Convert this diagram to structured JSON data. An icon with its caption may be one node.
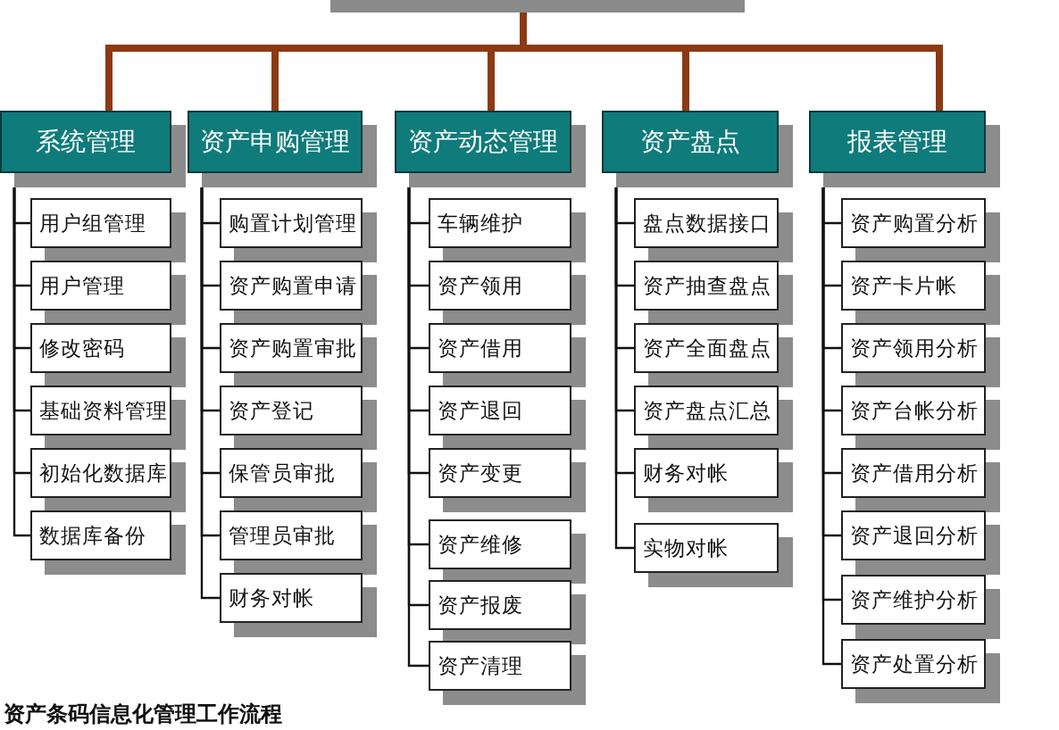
{
  "diagram": {
    "caption": "资产条码信息化管理工作流程",
    "nodes": [
      {
        "text": [],
        "shape": "box"
      },
      {
        "text": [
          "系统管理"
        ]
      },
      {
        "text": [
          "用户组管理"
        ]
      },
      {
        "text": [
          "用户管理"
        ]
      },
      {
        "text": [
          "修改密码"
        ]
      },
      {
        "text": [
          "基础资料管理"
        ]
      },
      {
        "text": [
          "初始化数据库"
        ]
      },
      {
        "text": [
          "数据库备份"
        ]
      },
      {
        "text": [
          "资产申购管理"
        ]
      },
      {
        "text": [
          "购置计划管理"
        ]
      },
      {
        "text": [
          "资产购置申请"
        ]
      },
      {
        "text": [
          "资产购置审批"
        ]
      },
      {
        "text": [
          "资产登记"
        ]
      },
      {
        "text": [
          "保管员审批"
        ]
      },
      {
        "text": [
          "管理员审批"
        ]
      },
      {
        "text": [
          "财务对帐"
        ]
      },
      {
        "text": [
          "资产动态管理"
        ]
      },
      {
        "text": [
          "车辆维护"
        ]
      },
      {
        "text": [
          "资产领用"
        ]
      },
      {
        "text": [
          "资产借用"
        ]
      },
      {
        "text": [
          "资产退回"
        ]
      },
      {
        "text": [
          "资产变更"
        ]
      },
      {
        "text": [
          "资产维修"
        ]
      },
      {
        "text": [
          "资产报废"
        ]
      },
      {
        "text": [
          "资产清理"
        ]
      },
      {
        "text": [
          "资产盘点"
        ]
      },
      {
        "text": [
          "盘点数据接口"
        ]
      },
      {
        "text": [
          "资产抽查盘点"
        ]
      },
      {
        "text": [
          "资产全面盘点"
        ]
      },
      {
        "text": [
          "资产盘点汇总"
        ]
      },
      {
        "text": [
          "财务对帐"
        ]
      },
      {
        "text": [
          "实物对帐"
        ]
      },
      {
        "text": [
          "报表管理"
        ]
      },
      {
        "text": [
          "资产购置分析"
        ]
      },
      {
        "text": [
          "资产卡片帐"
        ]
      },
      {
        "text": [
          "资产领用分析"
        ]
      },
      {
        "text": [
          "资产台帐分析"
        ]
      },
      {
        "text": [
          "资产借用分析"
        ]
      },
      {
        "text": [
          "资产退回分析"
        ]
      },
      {
        "text": [
          "资产维护分析"
        ]
      },
      {
        "text": [
          "资产处置分析"
        ]
      }
    ],
    "edges": [
      {
        "from": 0,
        "to": 1,
        "arrow": "none",
        "style": "thick",
        "color": "#8b3a12"
      },
      {
        "from": 0,
        "to": 8,
        "arrow": "none",
        "style": "thick",
        "color": "#8b3a12"
      },
      {
        "from": 0,
        "to": 16,
        "arrow": "none",
        "style": "thick",
        "color": "#8b3a12"
      },
      {
        "from": 0,
        "to": 25,
        "arrow": "none",
        "style": "thick",
        "color": "#8b3a12"
      },
      {
        "from": 0,
        "to": 32,
        "arrow": "none",
        "style": "thick",
        "color": "#8b3a12"
      },
      {
        "from": 1,
        "to": 2,
        "arrow": "none"
      },
      {
        "from": 1,
        "to": 3,
        "arrow": "none"
      },
      {
        "from": 1,
        "to": 4,
        "arrow": "none"
      },
      {
        "from": 1,
        "to": 5,
        "arrow": "none"
      },
      {
        "from": 1,
        "to": 6,
        "arrow": "none"
      },
      {
        "from": 1,
        "to": 7,
        "arrow": "none"
      },
      {
        "from": 8,
        "to": 9,
        "arrow": "none"
      },
      {
        "from": 8,
        "to": 10,
        "arrow": "none"
      },
      {
        "from": 8,
        "to": 11,
        "arrow": "none"
      },
      {
        "from": 8,
        "to": 12,
        "arrow": "none"
      },
      {
        "from": 8,
        "to": 13,
        "arrow": "none"
      },
      {
        "from": 8,
        "to": 14,
        "arrow": "none"
      },
      {
        "from": 8,
        "to": 15,
        "arrow": "none"
      },
      {
        "from": 16,
        "to": 17,
        "arrow": "none"
      },
      {
        "from": 16,
        "to": 18,
        "arrow": "none"
      },
      {
        "from": 16,
        "to": 19,
        "arrow": "none"
      },
      {
        "from": 16,
        "to": 20,
        "arrow": "none"
      },
      {
        "from": 16,
        "to": 21,
        "arrow": "none"
      },
      {
        "from": 16,
        "to": 22,
        "arrow": "none"
      },
      {
        "from": 16,
        "to": 23,
        "arrow": "none"
      },
      {
        "from": 16,
        "to": 24,
        "arrow": "none"
      },
      {
        "from": 25,
        "to": 26,
        "arrow": "none"
      },
      {
        "from": 25,
        "to": 27,
        "arrow": "none"
      },
      {
        "from": 25,
        "to": 28,
        "arrow": "none"
      },
      {
        "from": 25,
        "to": 29,
        "arrow": "none"
      },
      {
        "from": 25,
        "to": 30,
        "arrow": "none"
      },
      {
        "from": 25,
        "to": 31,
        "arrow": "none"
      },
      {
        "from": 32,
        "to": 33,
        "arrow": "none"
      },
      {
        "from": 32,
        "to": 34,
        "arrow": "none"
      },
      {
        "from": 32,
        "to": 35,
        "arrow": "none"
      },
      {
        "from": 32,
        "to": 36,
        "arrow": "none"
      },
      {
        "from": 32,
        "to": 37,
        "arrow": "none"
      },
      {
        "from": 32,
        "to": 38,
        "arrow": "none"
      },
      {
        "from": 32,
        "to": 39,
        "arrow": "none"
      },
      {
        "from": 32,
        "to": 40,
        "arrow": "none"
      }
    ]
  }
}
